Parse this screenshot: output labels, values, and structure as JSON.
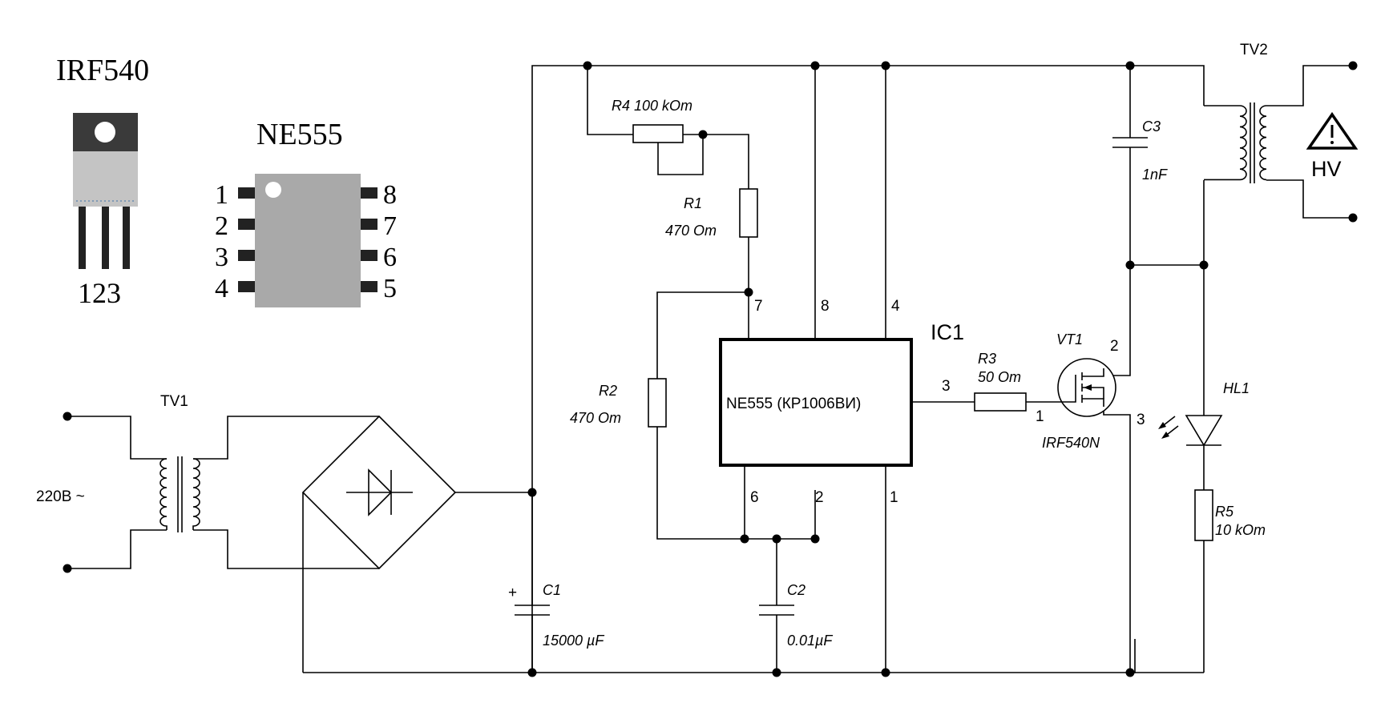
{
  "irf540": {
    "title": "IRF540",
    "pins": "123"
  },
  "ne555_pkg": {
    "title": "NE555",
    "left_pins": [
      "1",
      "2",
      "3",
      "4"
    ],
    "right_pins": [
      "8",
      "7",
      "6",
      "5"
    ]
  },
  "tv1": {
    "name": "TV1",
    "input": "220В ~"
  },
  "tv2": {
    "name": "TV2",
    "warning": "HV"
  },
  "ic1": {
    "name": "IC1",
    "body": "NE555 (КР1006ВИ)",
    "pins": [
      "7",
      "8",
      "4",
      "3",
      "6",
      "2",
      "1"
    ]
  },
  "r4": {
    "label": "R4  100 kOm"
  },
  "r1": {
    "name": "R1",
    "value": "470 Om"
  },
  "r2": {
    "name": "R2",
    "value": "470 Om"
  },
  "r3": {
    "name": "R3",
    "value": "50 Om"
  },
  "r5": {
    "name": "R5",
    "value": "10 kOm"
  },
  "c1": {
    "name": "C1",
    "value": "15000 µF",
    "polarity": "+"
  },
  "c2": {
    "name": "C2",
    "value": "0.01µF"
  },
  "c3": {
    "name": "C3",
    "value": "1nF"
  },
  "vt1": {
    "name": "VT1",
    "part": "IRF540N",
    "pin_gate": "1",
    "pin_drain": "2",
    "pin_source": "3"
  },
  "hl1": {
    "name": "HL1"
  }
}
